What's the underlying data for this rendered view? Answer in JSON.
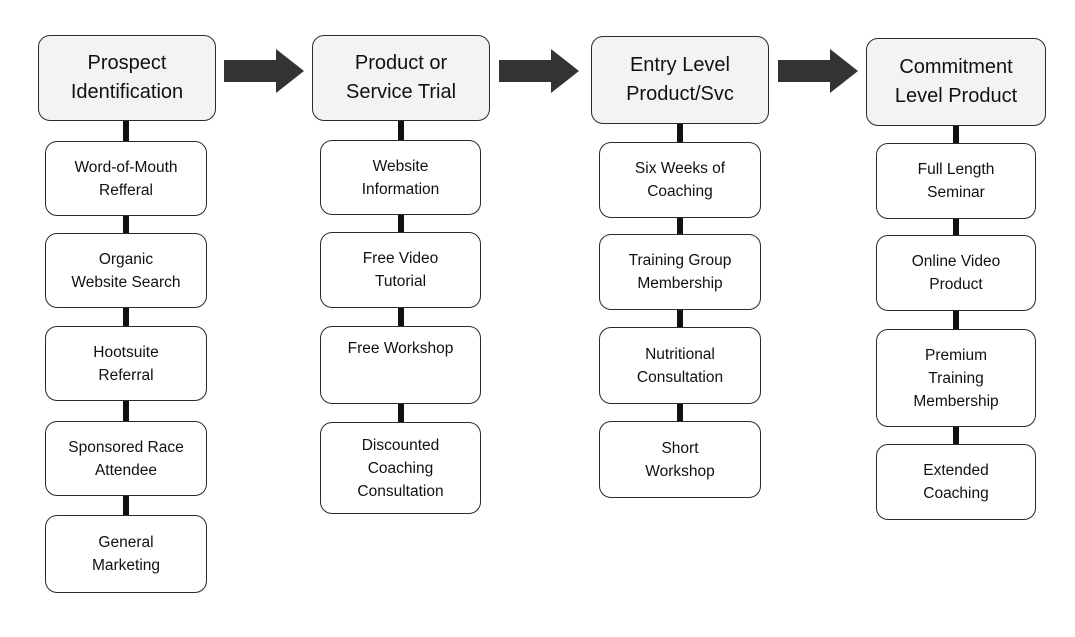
{
  "colors": {
    "header_bg": "#f3f3f3",
    "border": "#2a2a2a",
    "connector": "#111111",
    "arrow": "#333333"
  },
  "flow_arrows": [
    "arrow-icon",
    "arrow-icon",
    "arrow-icon"
  ],
  "stages": [
    {
      "title": "Prospect\nIdentification",
      "items": [
        "Word-of-Mouth\nRefferal",
        "Organic\nWebsite Search",
        "Hootsuite\nReferral",
        "Sponsored Race\nAttendee",
        "General\nMarketing"
      ]
    },
    {
      "title": "Product or\nService Trial",
      "items": [
        "Website\nInformation",
        "Free Video\nTutorial",
        "Free Workshop",
        "Discounted\nCoaching\nConsultation"
      ]
    },
    {
      "title": "Entry Level\nProduct/Svc",
      "items": [
        "Six Weeks of\nCoaching",
        "Training Group\nMembership",
        "Nutritional\nConsultation",
        "Short\nWorkshop"
      ]
    },
    {
      "title": "Commitment\nLevel Product",
      "items": [
        "Full Length\nSeminar",
        "Online Video\nProduct",
        "Premium\nTraining\nMembership",
        "Extended\nCoaching"
      ]
    }
  ]
}
